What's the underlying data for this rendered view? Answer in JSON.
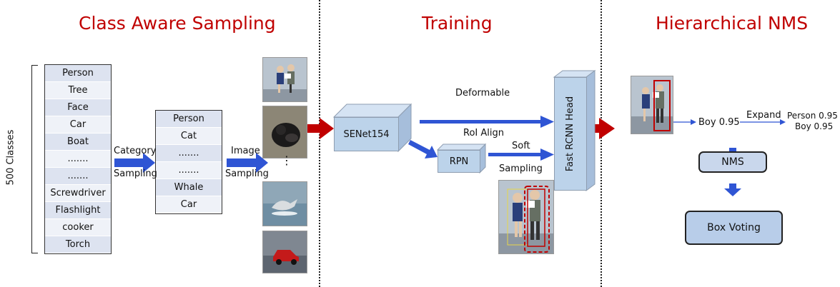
{
  "titles": {
    "sampling": "Class Aware Sampling",
    "training": "Training",
    "nms": "Hierarchical NMS"
  },
  "left_axis_label": "500 Classes",
  "class_list": [
    "Person",
    "Tree",
    "Face",
    "Car",
    "Boat",
    ".......",
    ".......",
    "Screwdriver",
    "Flashlight",
    "cooker",
    "Torch"
  ],
  "sampled_list": [
    "Person",
    "Cat",
    ".......",
    ".......",
    "Whale",
    "Car"
  ],
  "arrows": {
    "category_line1": "Category",
    "category_line2": "Sampling",
    "image_line1": "Image",
    "image_line2": "Sampling"
  },
  "image_ellipsis": "⋮",
  "training": {
    "backbone": "SENet154",
    "rpn": "RPN",
    "deformable": "Deformable",
    "roi_align": "RoI Align",
    "soft": "Soft",
    "sampling": "Sampling",
    "head": "Fast RCNN Head"
  },
  "nms": {
    "boy_score": "Boy 0.95",
    "expand": "Expand",
    "person_score": "Person 0.95",
    "boy_score2": "Boy 0.95",
    "nms_label": "NMS",
    "box_voting": "Box Voting"
  },
  "colors": {
    "title_red": "#c00000",
    "arrow_blue": "#2f55d4",
    "arrow_red": "#c00000",
    "table_dark": "#dde3f0",
    "table_light": "#eff2f8",
    "box_fill": "#bcd3ea"
  }
}
